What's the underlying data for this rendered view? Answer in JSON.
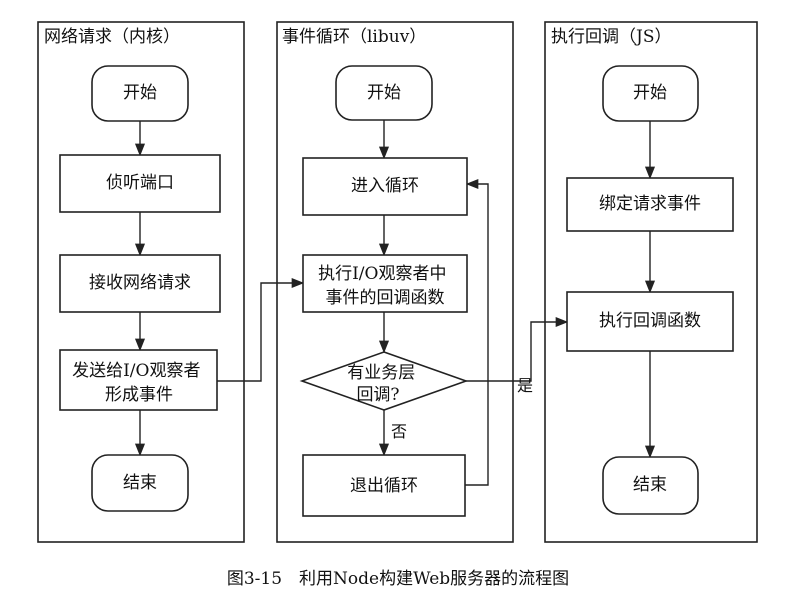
{
  "lanes": {
    "network": {
      "title": "网络请求（内核）"
    },
    "event_loop": {
      "title": "事件循环（libuv）"
    },
    "callback": {
      "title": "执行回调（JS）"
    }
  },
  "nodes": {
    "net_start": "开始",
    "listen_port": "侦听端口",
    "receive_request": "接收网络请求",
    "send_to_observer": [
      "发送给I/O观察者",
      "形成事件"
    ],
    "net_end": "结束",
    "loop_start": "开始",
    "enter_loop": "进入循环",
    "run_observer_callbacks": [
      "执行I/O观察者中",
      "事件的回调函数"
    ],
    "has_callback": [
      "有业务层",
      "回调?"
    ],
    "exit_loop": "退出循环",
    "cb_start": "开始",
    "bind_event": "绑定请求事件",
    "run_callback": "执行回调函数",
    "cb_end": "结束"
  },
  "edge_labels": {
    "yes": "是",
    "no": "否"
  },
  "caption": "图3-15　利用Node构建Web服务器的流程图"
}
